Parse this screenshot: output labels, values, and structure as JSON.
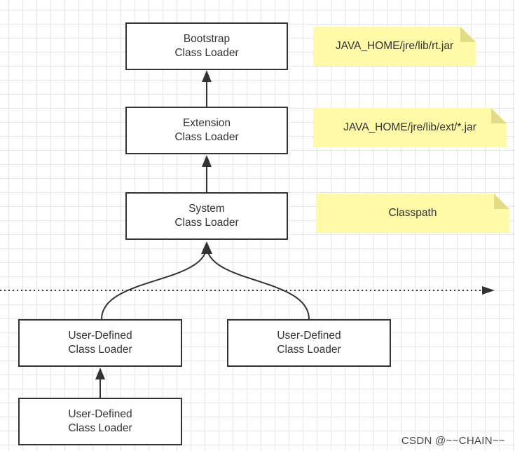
{
  "loaders": {
    "bootstrap": "Bootstrap\nClass Loader",
    "extension": "Extension\nClass Loader",
    "system": "System\nClass Loader",
    "user_left": "User-Defined\nClass Loader",
    "user_right": "User-Defined\nClass Loader",
    "user_bottom": "User-Defined\nClass Loader"
  },
  "notes": {
    "bootstrap_path": "JAVA_HOME/jre/lib/rt.jar",
    "extension_path": "JAVA_HOME/jre/lib/ext/*.jar",
    "system_path": "Classpath"
  },
  "watermark": "CSDN @~~CHAIN~~",
  "colors": {
    "line": "#333333",
    "note": "#fffaa8",
    "box_border": "#333333"
  }
}
